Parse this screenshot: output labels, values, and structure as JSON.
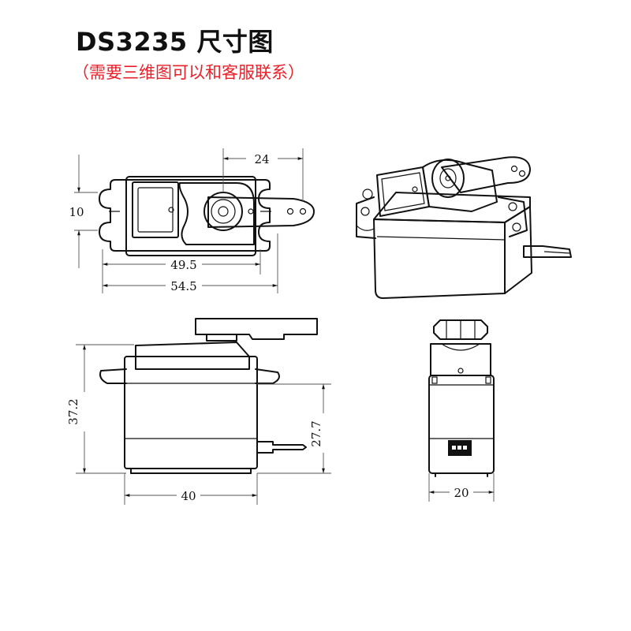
{
  "title": "DS3235 尺寸图",
  "subtitle": "（需要三维图可以和客服联系）",
  "dimensions": {
    "horn_offset": "24",
    "mount_hole_spacing": "10",
    "mount_hole_span": "49.5",
    "overall_length": "54.5",
    "overall_height": "37.2",
    "body_height": "27.7",
    "body_length": "40",
    "body_width": "20"
  },
  "colors": {
    "title": "#111111",
    "subtitle": "#e8202a",
    "line": "#111111"
  }
}
